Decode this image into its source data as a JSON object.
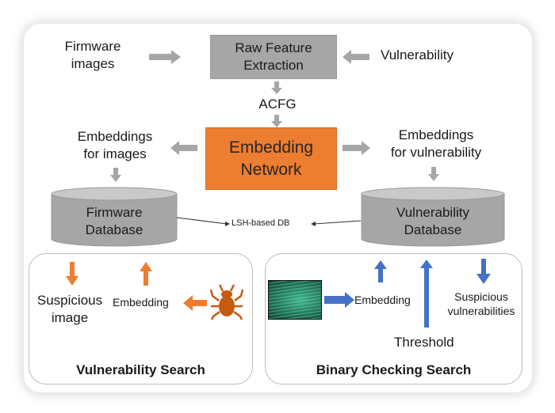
{
  "colors": {
    "gray_box": "#a6a6a6",
    "orange": "#ed7d31",
    "blue": "#4472c4",
    "gray_arrow": "#a6a6a6",
    "bug": "#c55a11"
  },
  "top": {
    "firmware_images": [
      "Firmware",
      "images"
    ],
    "raw_feature_extraction": [
      "Raw Feature",
      "Extraction"
    ],
    "vulnerability": "Vulnerability",
    "acfg": "ACFG"
  },
  "middle": {
    "embedding_network": [
      "Embedding",
      "Network"
    ],
    "embeddings_for_images": [
      "Embeddings",
      "for images"
    ],
    "embeddings_for_vulnerability": [
      "Embeddings",
      "for vulnerability"
    ]
  },
  "databases": {
    "firmware_db": [
      "Firmware",
      "Database"
    ],
    "vulnerability_db": [
      "Vulnerability",
      "Database"
    ],
    "lsh_label": "LSH-based DB"
  },
  "vulnerability_search": {
    "title": "Vulnerability Search",
    "suspicious_image": [
      "Suspicious",
      "image"
    ],
    "embedding": "Embedding",
    "icon": "bug-icon"
  },
  "binary_checking_search": {
    "title": "Binary Checking Search",
    "embedding": "Embedding",
    "threshold": "Threshold",
    "suspicious_vulnerabilities": [
      "Suspicious",
      "vulnerabilities"
    ],
    "icon": "binary-code-image"
  }
}
